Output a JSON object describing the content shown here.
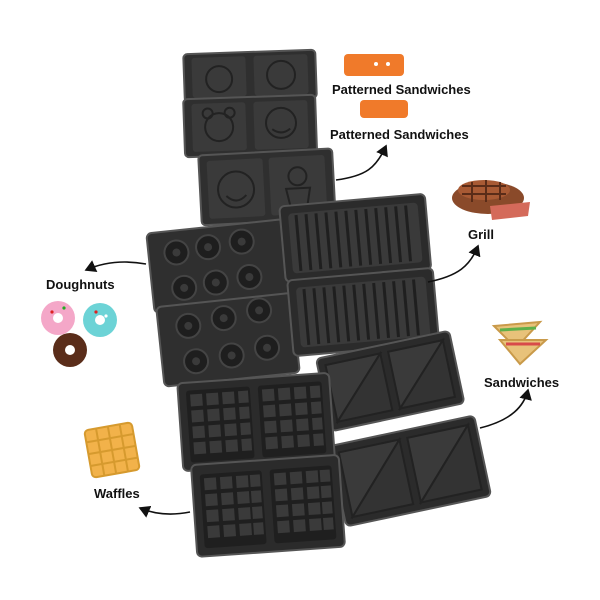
{
  "labels": {
    "patterned_top": "Patterned Sandwiches",
    "patterned_second": "Patterned Sandwiches",
    "grill": "Grill",
    "doughnuts": "Doughnuts",
    "sandwiches": "Sandwiches",
    "waffles": "Waffles"
  },
  "colors": {
    "background": "#ffffff",
    "plate_dark": "#2b2b2b",
    "plate_mid": "#3a3a3a",
    "cookie_orange": "#f07a2a",
    "waffle_yellow": "#f2b24a",
    "steak_brown": "#8a4a2a"
  },
  "icons": [
    "cookie-icon",
    "steak-icon",
    "donuts-icon",
    "sandwich-icon",
    "waffle-icon",
    "arrow-icon"
  ]
}
